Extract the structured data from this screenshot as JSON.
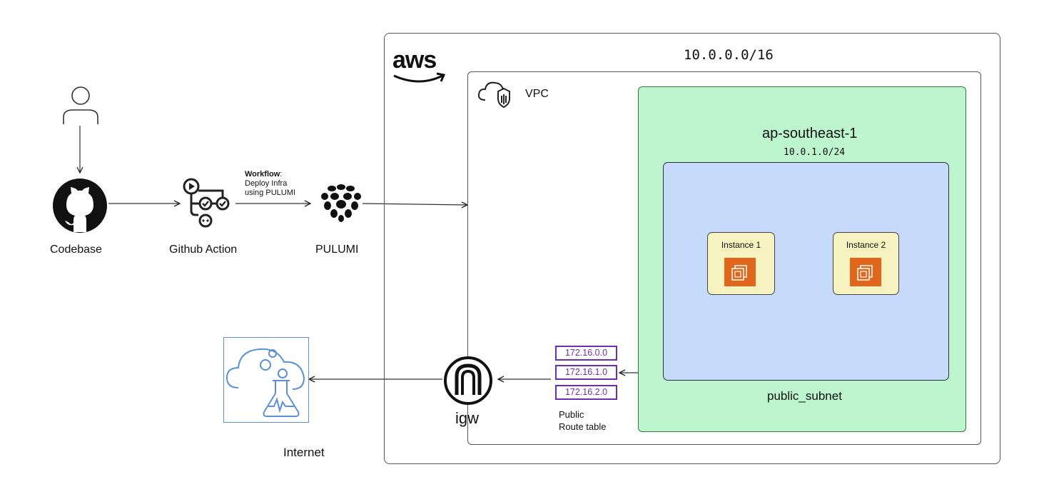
{
  "aws": {
    "logo_text": "aws",
    "cidr": "10.0.0.0/16"
  },
  "vpc": {
    "label": "VPC"
  },
  "region": {
    "name": "ap-southeast-1",
    "subnet_cidr": "10.0.1.0/24"
  },
  "subnet": {
    "label": "public_subnet"
  },
  "instances": [
    {
      "label": "Instance 1"
    },
    {
      "label": "Instance 2"
    }
  ],
  "route_table": {
    "entries": [
      "172.16.0.0",
      "172.16.1.0",
      "172.16.2.0"
    ],
    "label_line1": "Public",
    "label_line2": "Route table"
  },
  "igw": {
    "label": "igw"
  },
  "internet": {
    "label": "Internet"
  },
  "pipeline": {
    "codebase_label": "Codebase",
    "github_action_label": "Github Action",
    "pulumi_label": "PULUMI",
    "workflow_title": "Workflow",
    "workflow_colon": ":",
    "workflow_line2": "Deploy Infra",
    "workflow_line3": "using PULUMI"
  },
  "colors": {
    "region_fill": "#bdf5cf",
    "region_border": "#2f7a43",
    "subnet_fill": "#c6dafb",
    "instance_fill": "#f7f3c0",
    "ec2_orange": "#e0661b",
    "route_purple": "#6a2fb0",
    "internet_blue": "#5b8fd6"
  }
}
